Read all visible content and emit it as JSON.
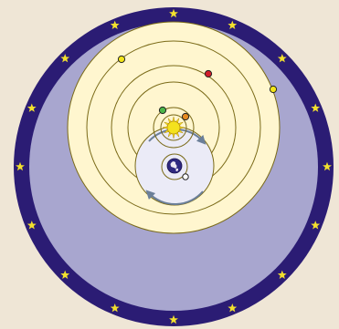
{
  "diagram": {
    "type": "tychonic-system",
    "colors": {
      "background": "#EFE6D6",
      "star_band": "#2B1C74",
      "sky": "#A8A6CF",
      "sun_sphere": "#FFF6CF",
      "earth_disc": "#EBEBF7",
      "orbit_line": "#7A6A18",
      "arrows": "#6B7F99",
      "star": "#F2E02E"
    },
    "stars": {
      "count": 16,
      "color": "#F2E02E"
    },
    "sun": {
      "icon": "sun-icon",
      "color": "#F4E21E"
    },
    "earth": {
      "icon": "earth-icon",
      "color": "#2F2880"
    },
    "moon": {
      "icon": "moon-icon",
      "color": "#FFFFFF"
    },
    "planets": [
      {
        "name": "mercury",
        "color": "#E58A1F"
      },
      {
        "name": "venus",
        "color": "#4CB648"
      },
      {
        "name": "mars",
        "color": "#D21E2B"
      },
      {
        "name": "jupiter",
        "color": "#F2E418"
      },
      {
        "name": "saturn",
        "color": "#F2E418"
      }
    ]
  }
}
